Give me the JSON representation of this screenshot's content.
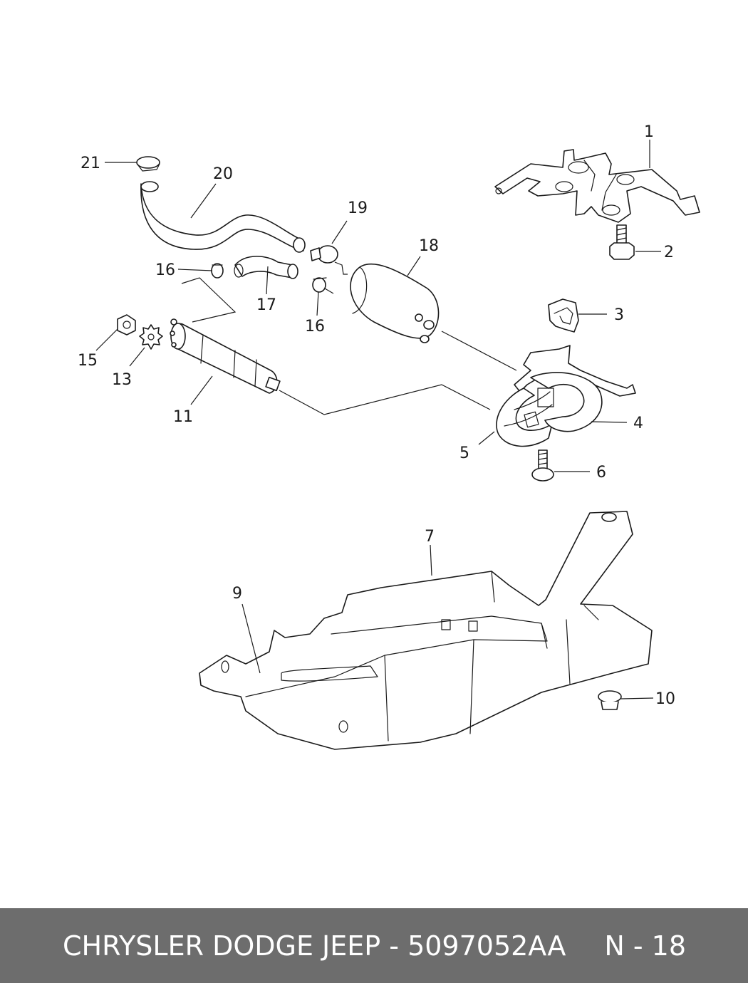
{
  "callouts": {
    "c1": "1",
    "c2": "2",
    "c3": "3",
    "c4": "4",
    "c5": "5",
    "c6": "6",
    "c7": "7",
    "c9": "9",
    "c10": "10",
    "c11": "11",
    "c13": "13",
    "c15": "15",
    "c16a": "16",
    "c16b": "16",
    "c17": "17",
    "c18": "18",
    "c19": "19",
    "c20": "20",
    "c21": "21"
  },
  "footer": {
    "brand": "CHRYSLER DODGE JEEP",
    "separator": " - ",
    "part_number": "5097052AA",
    "page_ref": "N - 18"
  },
  "colors": {
    "footer_bg": "#6d6d6d",
    "footer_text": "#ffffff",
    "line": "#1a1a1a"
  }
}
